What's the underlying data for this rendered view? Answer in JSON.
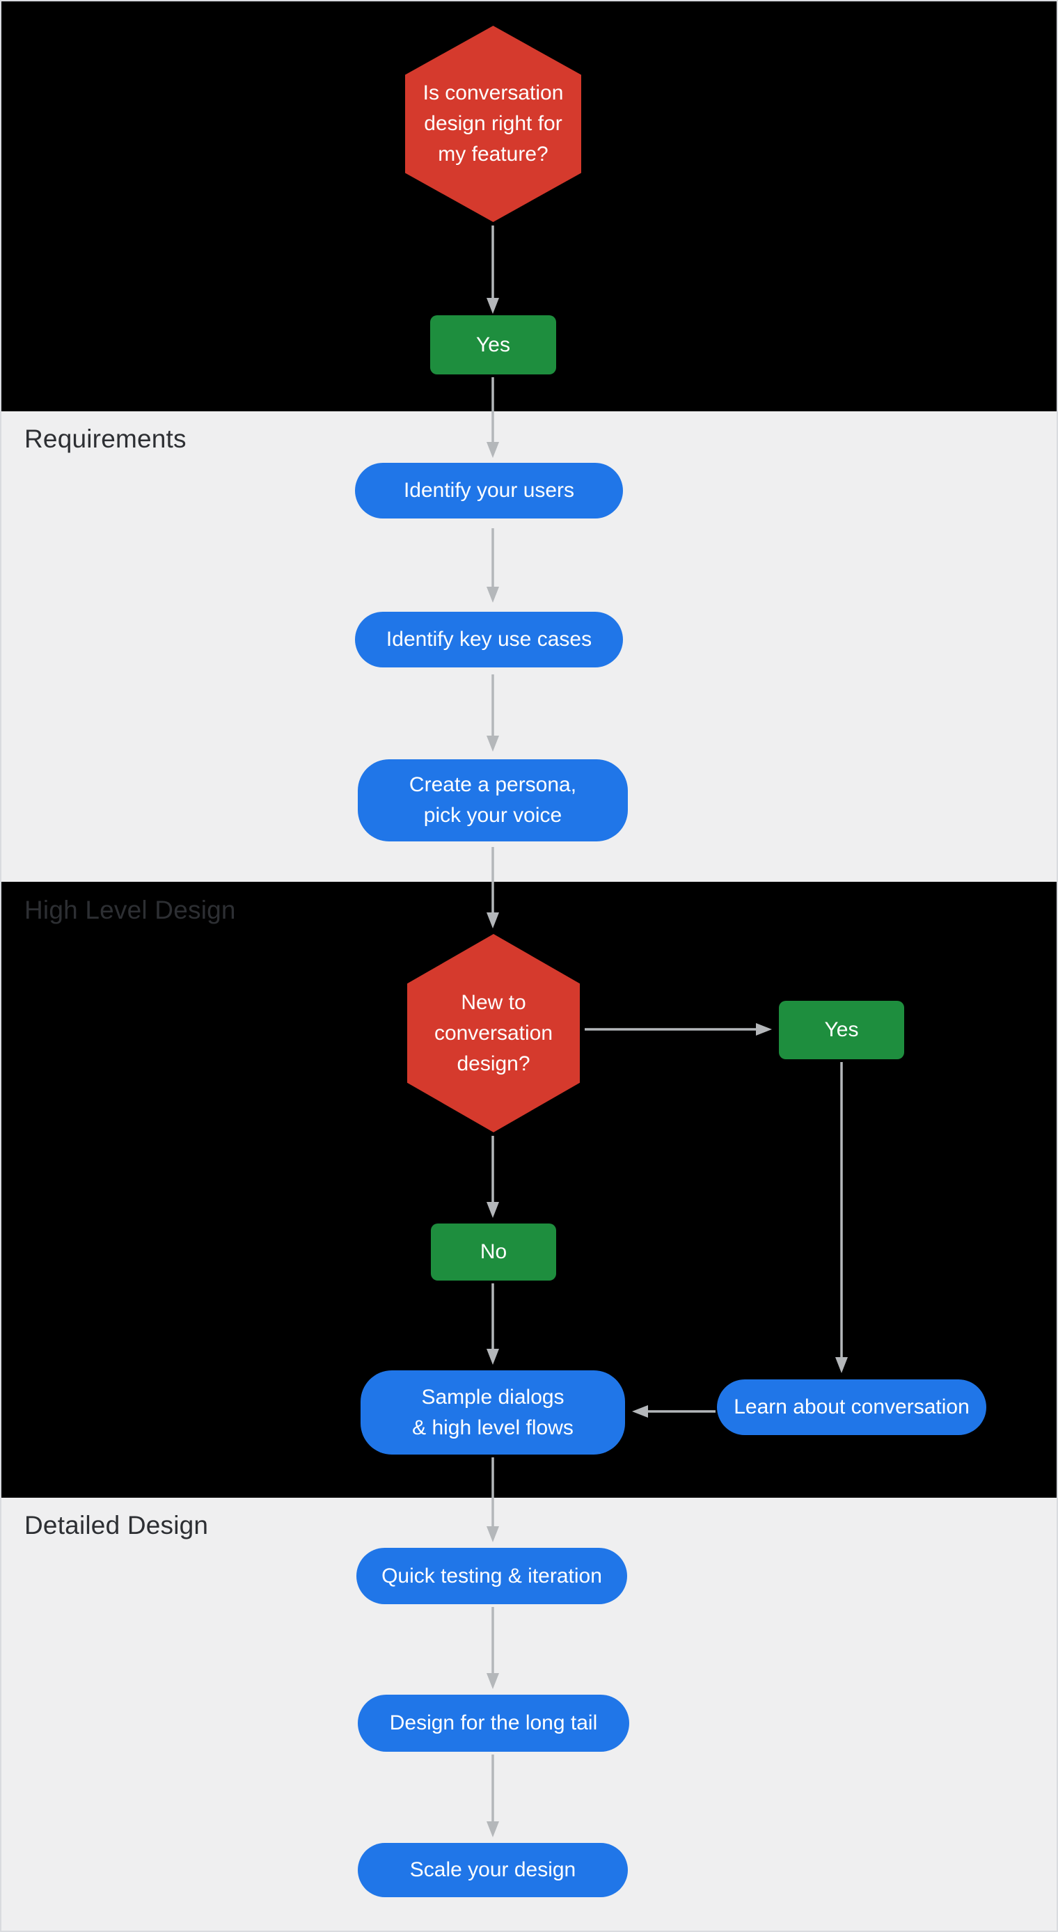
{
  "colors": {
    "red": "#d53a2d",
    "green": "#1e8e3e",
    "blue": "#2076e8",
    "gray_bg": "#efeff0",
    "black_bg": "#000000",
    "arrow": "#b4b7ba",
    "label": "#2d2f33",
    "node_text": "#ffffff"
  },
  "sections": {
    "requirements": {
      "label": "Requirements"
    },
    "high_level": {
      "label": "High Level Design"
    },
    "detailed": {
      "label": "Detailed Design"
    }
  },
  "nodes": {
    "decision_fit": {
      "line1": "Is conversation",
      "line2": "design right for",
      "line3": "my feature?"
    },
    "yes1": {
      "label": "Yes"
    },
    "identify_users": {
      "label": "Identify your users"
    },
    "identify_use_cases": {
      "label": "Identify key use cases"
    },
    "create_persona": {
      "line1": "Create a persona,",
      "line2": "pick your voice"
    },
    "decision_new": {
      "line1": "New to",
      "line2": "conversation",
      "line3": "design?"
    },
    "yes2": {
      "label": "Yes"
    },
    "no": {
      "label": "No"
    },
    "sample_dialogs": {
      "line1": "Sample dialogs",
      "line2": "& high level flows"
    },
    "learn": {
      "label": "Learn about conversation"
    },
    "quick_testing": {
      "label": "Quick testing & iteration"
    },
    "long_tail": {
      "label": "Design for the long tail"
    },
    "scale": {
      "label": "Scale your design"
    }
  }
}
